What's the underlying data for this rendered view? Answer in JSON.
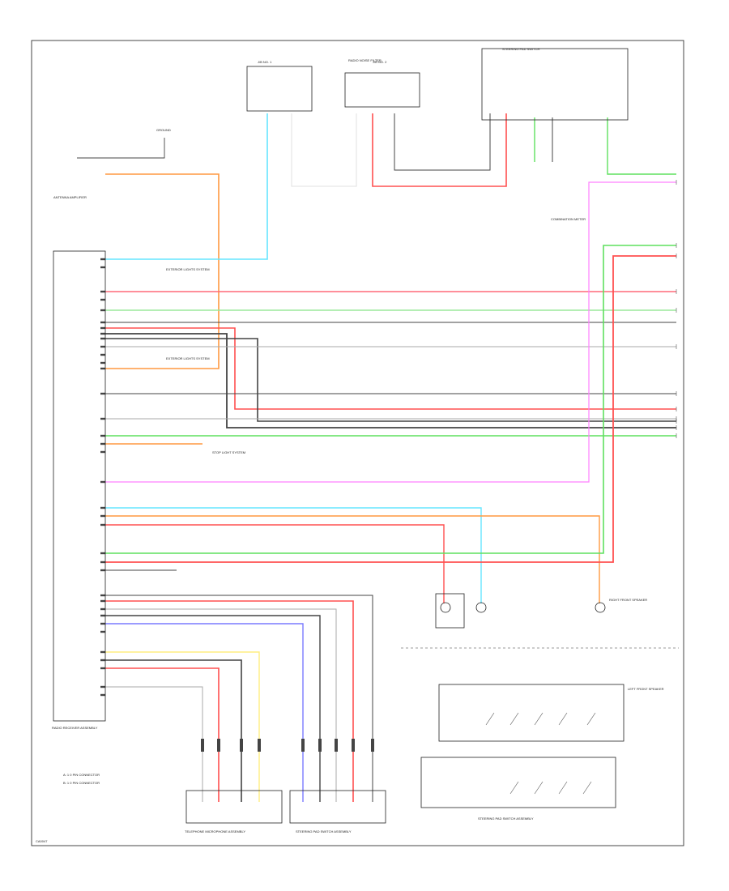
{
  "diagram": {
    "wires": [
      {
        "color": "#ff9940"
      },
      {
        "color": "#66e5ff"
      },
      {
        "color": "#ff6a78"
      },
      {
        "color": "#9be89b"
      },
      {
        "color": "#444444"
      },
      {
        "color": "#aaaaaa"
      },
      {
        "color": "#ff80ff"
      },
      {
        "color": "#5fe05f"
      },
      {
        "color": "#ff5050"
      },
      {
        "color": "#ffee80"
      },
      {
        "color": "#7a7aff"
      },
      {
        "color": "#e0e0e0"
      }
    ],
    "labels": {
      "ground": "GROUND",
      "radio_module_top": "RADIO NOISE FILTER",
      "fuse_block_a": "J/B NO. 1",
      "fuse_block_b": "J/B NO. 2",
      "steering_pad": "STEERING PAD SWITCH",
      "combination": "COMBINATION METER",
      "antenna_left": "ANTENNA AMPLIFIER",
      "main_unit": "RADIO RECEIVER ASSEMBLY",
      "ext_lights_a": "EXTERIOR LIGHTS SYSTEM",
      "ext_lights_b": "EXTERIOR LIGHTS SYSTEM",
      "stop_system": "STOP LIGHT SYSTEM",
      "left_speaker": "LEFT FRONT SPEAKER",
      "right_speaker": "RIGHT FRONT SPEAKER",
      "tel_connector": "TELEPHONE MICROPHONE ASSEMBLY",
      "steering_sw": "STEERING PAD SWITCH ASSEMBLY",
      "audio_sw": "STEERING PAD SWITCH ASSEMBLY",
      "legend_a": "A: 1 0 PIN CONNECTOR",
      "legend_b": "B: 1 0 PIN CONNECTOR",
      "footer": "CA0047"
    }
  }
}
